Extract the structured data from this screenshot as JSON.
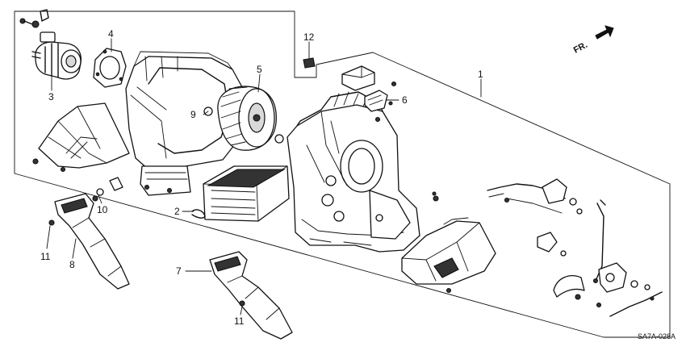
{
  "diagram": {
    "callouts": [
      {
        "id": "c1",
        "label": "1"
      },
      {
        "id": "c2",
        "label": "2"
      },
      {
        "id": "c3",
        "label": "3"
      },
      {
        "id": "c4",
        "label": "4"
      },
      {
        "id": "c5",
        "label": "5"
      },
      {
        "id": "c6",
        "label": "6"
      },
      {
        "id": "c7",
        "label": "7"
      },
      {
        "id": "c8",
        "label": "8"
      },
      {
        "id": "c9",
        "label": "9"
      },
      {
        "id": "c10",
        "label": "10"
      },
      {
        "id": "c11a",
        "label": "11"
      },
      {
        "id": "c11b",
        "label": "11"
      },
      {
        "id": "c12",
        "label": "12"
      }
    ],
    "direction_label": "FR.",
    "drawing_code": "SA7A-028A"
  }
}
